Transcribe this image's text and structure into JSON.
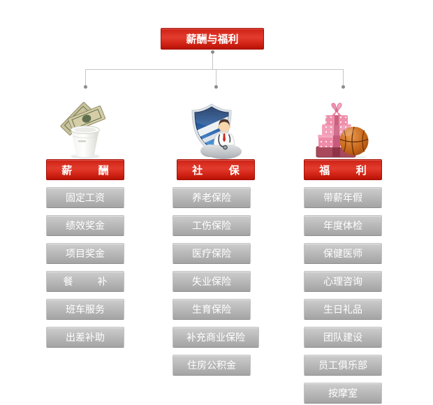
{
  "root": {
    "title": "薪酬与福利"
  },
  "columns": [
    {
      "id": "salary",
      "icon": "money-cup-icon",
      "header": "薪酬",
      "items": [
        "固定工资",
        "绩效奖金",
        "项目奖金",
        "餐补",
        "班车服务",
        "出差补助"
      ]
    },
    {
      "id": "social-security",
      "icon": "shield-doctor-icon",
      "header": "社保",
      "items": [
        "养老保险",
        "工伤保险",
        "医疗保险",
        "失业保险",
        "生育保险",
        "补充商业保险",
        "住房公积金"
      ]
    },
    {
      "id": "welfare",
      "icon": "gift-basketball-icon",
      "header": "福利",
      "items": [
        "带薪年假",
        "年度体检",
        "保健医师",
        "心理咨询",
        "生日礼品",
        "团队建设",
        "员工俱乐部",
        "按摩室"
      ]
    }
  ],
  "colors": {
    "accent_red": "#d6261b",
    "node_gray": "#b3b3b3",
    "connector_gray": "#c6c6c6",
    "text_white": "#ffffff"
  }
}
